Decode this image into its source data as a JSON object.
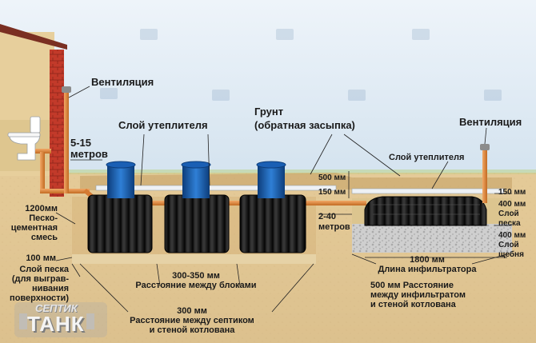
{
  "labels": {
    "ventilation_left": "Вентиляция",
    "ventilation_right": "Вентиляция",
    "insulation_layer_left": "Слой утеплителя",
    "insulation_layer_right": "Слой утеплителя",
    "soil_line1": "Грунт",
    "soil_line2": "(обратная засыпка)",
    "distance_house_line1": "5-15",
    "distance_house_line2": "метров",
    "dim_500": "500 мм",
    "dim_150_mid": "150 мм",
    "distance_infiltrator_line1": "2-40",
    "distance_infiltrator_line2": "метров",
    "right_150": "150 мм",
    "right_400_sand_line1": "400 мм",
    "right_400_sand_line2": "Слой",
    "right_400_sand_line3": "песка",
    "right_400_gravel_line1": "400 мм",
    "right_400_gravel_line2": "Слой",
    "right_400_gravel_line3": "щебня",
    "mix_line1": "1200мм",
    "mix_line2": "Песко-",
    "mix_line3": "цементная",
    "mix_line4": "смесь",
    "sand_100": "100 мм",
    "sand_layer_line1": "Слой песка",
    "sand_layer_line2": "(для выграв-",
    "sand_layer_line3": "нивания",
    "sand_layer_line4": "поверхности)",
    "blocks_gap_line1": "300-350 мм",
    "blocks_gap_line2": "Расстояние между блоками",
    "pit_gap_line1": "300 мм",
    "pit_gap_line2": "Расстояние между септиком",
    "pit_gap_line3": "и стеной котлована",
    "infiltrator_len_line1": "1800 мм",
    "infiltrator_len_line2": "Длина инфильтратора",
    "infiltrator_gap_line1": "500 мм Расстояние",
    "infiltrator_gap_line2": "между инфильтратом",
    "infiltrator_gap_line3": "и стеной котлована"
  },
  "logo": {
    "line1": "СЕПТИК",
    "line2": "ТАНК"
  },
  "colors": {
    "sky": "#dfeaf3",
    "soil": "#e2c592",
    "soil_dark": "#c9a46a",
    "pipe": "#e08a3c",
    "tank_body": "#1b1b1b",
    "tank_neck": "#1a5fb4",
    "brick": "#c0392b",
    "house_wall": "#e7cf9c",
    "gravel": "#c8c8c8",
    "insulation": "#e9edf1"
  },
  "icons": [
    "toilet-icon",
    "vent-cap-icon",
    "logo-emblem-icon"
  ]
}
